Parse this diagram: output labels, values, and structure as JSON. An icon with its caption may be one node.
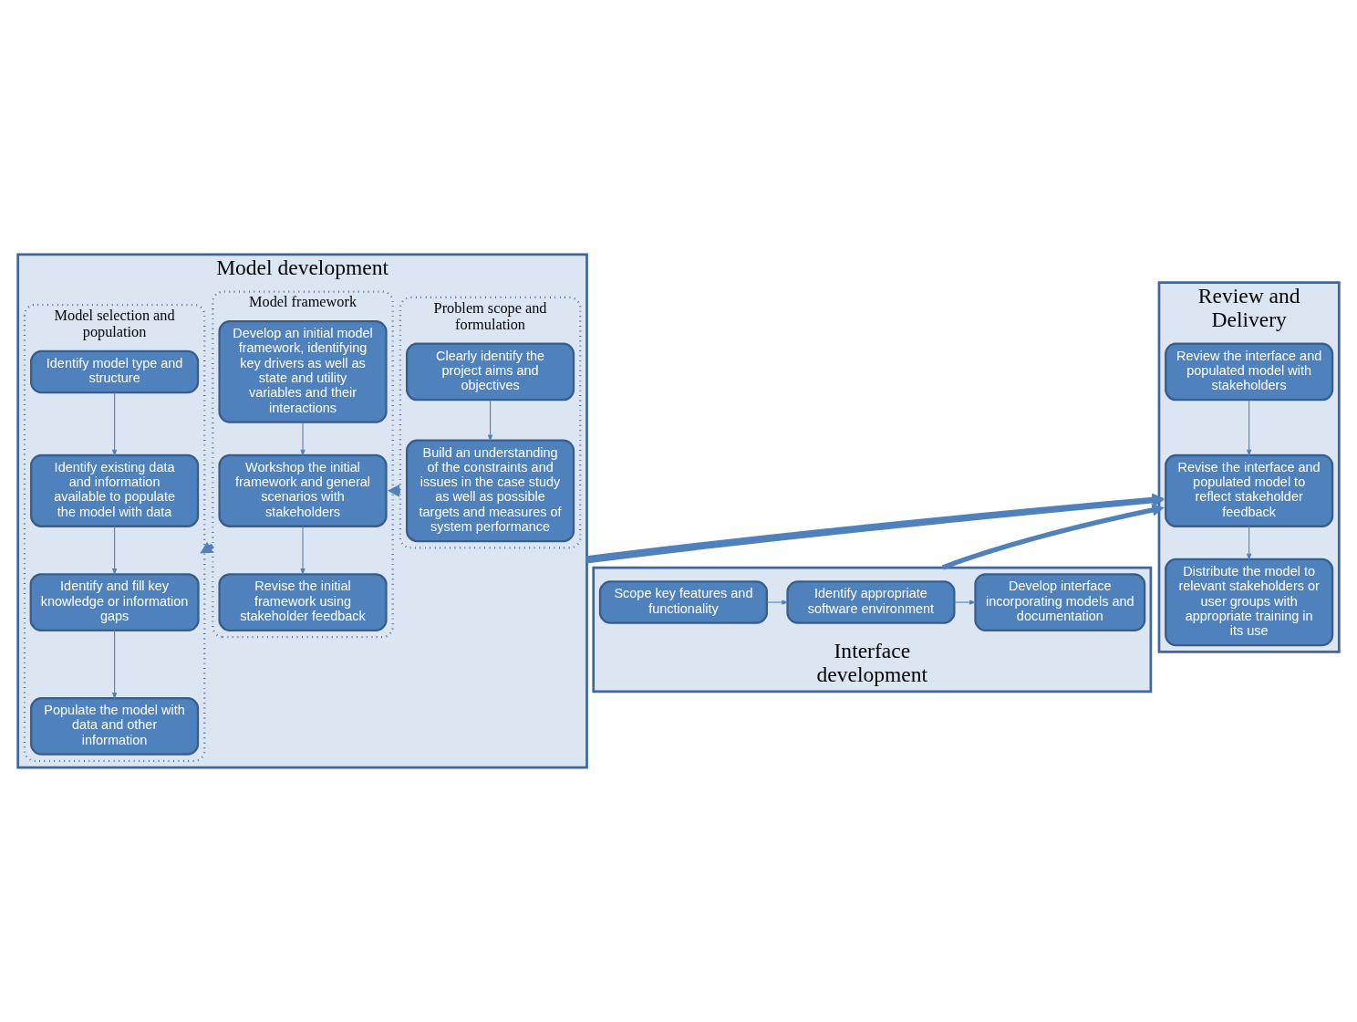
{
  "diagram": {
    "nodes": [
      {
        "text": [
          "Model development"
        ]
      },
      {
        "text": [
          "Problem scope and formulation"
        ],
        "in": 0
      },
      {
        "text": [
          "Clearly identify the project aims and objectives"
        ],
        "in": 1
      },
      {
        "text": [
          "Build an understanding of the constraints and issues in the case study as well as possible targets and measures of system performance"
        ],
        "in": 1
      },
      {
        "text": [
          "Model framework"
        ],
        "in": 0
      },
      {
        "text": [
          "Develop an initial model framework, identifying key drivers as well as state and utility variables and their interactions"
        ],
        "in": 4
      },
      {
        "text": [
          "Workshop the initial framework and general scenarios with stakeholders"
        ],
        "in": 4
      },
      {
        "text": [
          "Revise the initial framework using stakeholder feedback"
        ],
        "in": 4
      },
      {
        "text": [
          "Model selection and population"
        ],
        "in": 0
      },
      {
        "text": [
          "Identify model type and structure"
        ],
        "in": 8
      },
      {
        "text": [
          "Identify existing data and information available to populate the model with data"
        ],
        "in": 8
      },
      {
        "text": [
          "Identify and fill key knowledge or information gaps"
        ],
        "in": 8
      },
      {
        "text": [
          "Populate the model with data and other information"
        ],
        "in": 8
      },
      {
        "text": [
          "Review and Delivery"
        ]
      },
      {
        "text": [
          "Review the interface and populated model with stakeholders"
        ],
        "in": 13
      },
      {
        "text": [
          "Revise the interface and populated model to reflect stakeholder feedback"
        ],
        "in": 13
      },
      {
        "text": [
          "Distribute the model to relevant stakeholders or user groups with appropriate training in its use"
        ],
        "in": 13
      },
      {
        "text": [
          "Interface development"
        ]
      },
      {
        "text": [
          "Scope key features and functionality"
        ],
        "in": 17
      },
      {
        "text": [
          "Identify appropriate software environment"
        ],
        "in": 17
      },
      {
        "text": [
          "Develop interface incorporating models and documentation"
        ],
        "in": 17
      }
    ],
    "edges": [
      {
        "from": 2,
        "to": 3,
        "arrow": "to"
      },
      {
        "from": 5,
        "to": 6,
        "arrow": "to"
      },
      {
        "from": 6,
        "to": 7,
        "arrow": "to"
      },
      {
        "from": 9,
        "to": 10,
        "arrow": "to"
      },
      {
        "from": 10,
        "to": 11,
        "arrow": "to"
      },
      {
        "from": 11,
        "to": 12,
        "arrow": "to"
      },
      {
        "from": 14,
        "to": 15,
        "arrow": "to"
      },
      {
        "from": 15,
        "to": 16,
        "arrow": "to"
      },
      {
        "from": 18,
        "to": 19,
        "arrow": "to"
      },
      {
        "from": 19,
        "to": 20,
        "arrow": "to"
      },
      {
        "from": 1,
        "to": 4,
        "arrow": "to",
        "style": "thick"
      },
      {
        "from": 4,
        "to": 8,
        "arrow": "to",
        "style": "thick"
      },
      {
        "from": 0,
        "to": 13,
        "arrow": "to",
        "style": "thick"
      },
      {
        "from": 0,
        "to": 13,
        "arrow": "to",
        "style": "thick"
      },
      {
        "from": 17,
        "to": 13,
        "arrow": "to",
        "style": "thick"
      }
    ]
  }
}
